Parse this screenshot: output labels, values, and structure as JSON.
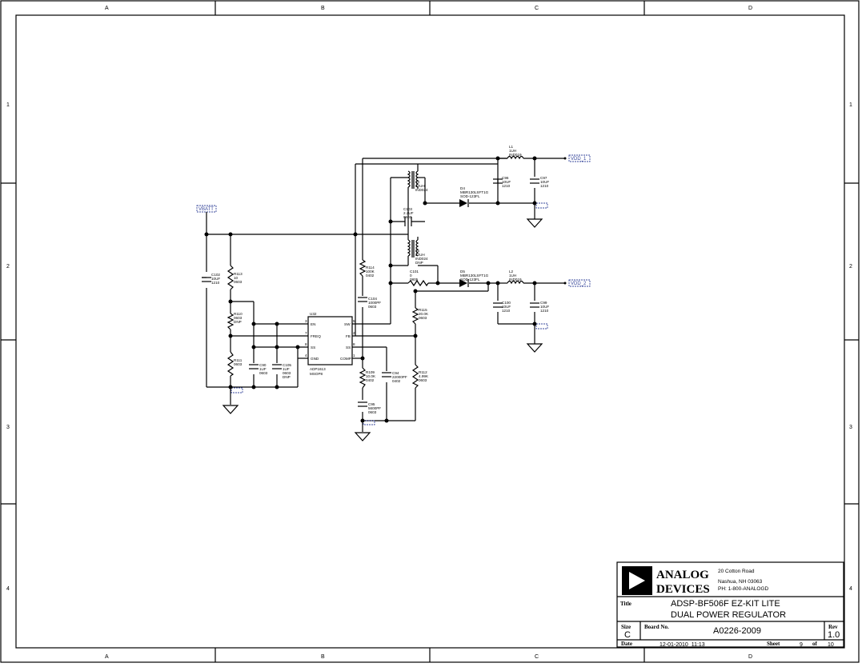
{
  "zones": {
    "columns": [
      "A",
      "B",
      "C",
      "D"
    ],
    "rows": [
      "1",
      "2",
      "3",
      "4"
    ]
  },
  "nets": {
    "input": "VBATT",
    "out_top": "VDD_1",
    "out_bottom": "VDD_2"
  },
  "ic": {
    "ref": "U32",
    "part": "ADP1613",
    "package": "MSOP8",
    "pins": {
      "en": "EN",
      "freq": "FREQ",
      "ss": "SS",
      "gnd": "GND",
      "sw": "SW",
      "fb": "FB",
      "ss_r": "SS",
      "comp": "COMP"
    },
    "pin_numbers": {
      "en": "3",
      "freq": "7",
      "ss": "8",
      "gnd": "4",
      "sw": "5",
      "fb": "2",
      "ss_r": "8",
      "comp": "1"
    }
  },
  "components": {
    "c102": {
      "ref": "C102",
      "value": "10UF",
      "pkg": "1210"
    },
    "r113": {
      "ref": "R113",
      "value": "10",
      "pkg": "0603"
    },
    "r110": {
      "ref": "R110",
      "value": "0603",
      "pkg": "DNP"
    },
    "r111": {
      "ref": "R111",
      "value": "0603",
      "pkg": ""
    },
    "c90": {
      "ref": "C90",
      "value": "1UF",
      "pkg": "0603"
    },
    "c105": {
      "ref": "C105",
      "value": "1UF",
      "pkg": "0603",
      "extra": "DNP"
    },
    "r114": {
      "ref": "R114",
      "value": "100K",
      "pkg": "0402"
    },
    "c104": {
      "ref": "C104",
      "value": "1000PF",
      "pkg": "0603"
    },
    "r109": {
      "ref": "R109",
      "value": "10.0K",
      "pkg": "0402"
    },
    "c94": {
      "ref": "C94",
      "value": "22000PF",
      "pkg": "0402"
    },
    "c95": {
      "ref": "C95",
      "value": "5600PF",
      "pkg": "0603"
    },
    "l4": {
      "ref": "L4",
      "value": "22UH",
      "pkg": "IND024"
    },
    "l5": {
      "ref": "L5",
      "value": "22UH",
      "pkg": "IND024",
      "extra": "DNP"
    },
    "c103": {
      "ref": "C103",
      "value": "2.2UF",
      "pkg": "0603"
    },
    "c101": {
      "ref": "C101",
      "value": "0",
      "pkg": "0805"
    },
    "d4": {
      "ref": "D4",
      "value": "MBR130LSFT1G",
      "pkg": "SOD-123FL"
    },
    "d5": {
      "ref": "D5",
      "value": "MBR130LSFT1G",
      "pkg": "SOD-123FL"
    },
    "c96": {
      "ref": "C96",
      "value": "10UF",
      "pkg": "1210"
    },
    "c97": {
      "ref": "C97",
      "value": "10UF",
      "pkg": "1210"
    },
    "l1": {
      "ref": "L1",
      "value": "1UH",
      "pkg": "IND019"
    },
    "l2": {
      "ref": "L2",
      "value": "1UH",
      "pkg": "IND019"
    },
    "c100": {
      "ref": "C100",
      "value": "10UF",
      "pkg": "1210"
    },
    "c99": {
      "ref": "C99",
      "value": "10UF",
      "pkg": "1210"
    },
    "r115": {
      "ref": "R115",
      "value": "20.0K",
      "pkg": "0603"
    },
    "r112": {
      "ref": "R112",
      "value": "4.99K",
      "pkg": "0603"
    }
  },
  "titleblock": {
    "logo_line1": "ANALOG",
    "logo_line2": "DEVICES",
    "addr1": "20 Cotton Road",
    "addr2": "Nashua, NH 03063",
    "addr3": "PH: 1-800-ANALOGD",
    "title_label": "Title",
    "title1": "ADSP-BF506F  EZ-KIT LITE",
    "title2": "DUAL POWER REGULATOR",
    "size_label": "Size",
    "size": "C",
    "board_label": "Board No.",
    "board": "A0226-2009",
    "rev_label": "Rev",
    "rev": "1.0",
    "date_label": "Date",
    "date": "12-01-2010_11:13",
    "sheet_label": "Sheet",
    "sheet": "9",
    "of_label": "of",
    "total": "10"
  }
}
